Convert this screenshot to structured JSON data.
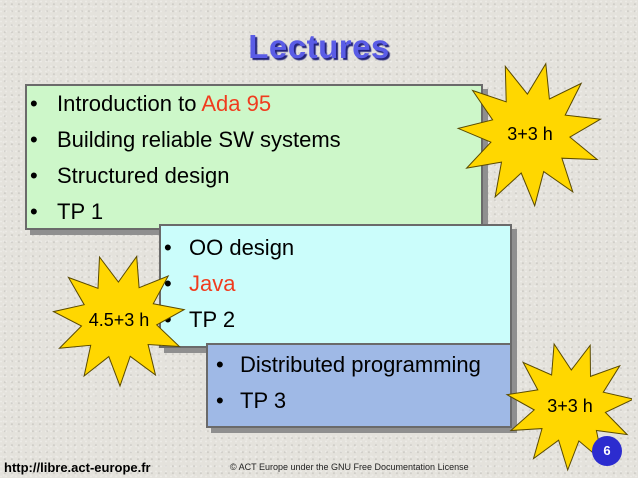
{
  "slide": {
    "title": "Lectures",
    "page_number": "6"
  },
  "box1": {
    "items": [
      {
        "prefix": "Introduction to ",
        "highlight": "Ada 95"
      },
      {
        "text": "Building reliable SW systems"
      },
      {
        "text": "Structured design"
      },
      {
        "text": "TP 1"
      }
    ]
  },
  "box2": {
    "items": [
      {
        "text": "OO design"
      },
      {
        "highlight": "Java"
      },
      {
        "text": "TP 2"
      }
    ]
  },
  "box3": {
    "items": [
      {
        "text": "Distributed programming"
      },
      {
        "text": "TP 3"
      }
    ]
  },
  "bursts": {
    "top_right": "3+3 h",
    "middle_left": "4.5+3 h",
    "bottom_right": "3+3 h",
    "fill_color": "#ffd700",
    "stroke_color": "#5a4a00"
  },
  "footer": {
    "url": "http://libre.act-europe.fr",
    "copyright": "© ACT Europe under the GNU Free Documentation License"
  },
  "colors": {
    "title": "#5a5ce6",
    "highlight": "#f03c1e",
    "box1_bg": "#cdf7c9",
    "box2_bg": "#cbfdfb",
    "box3_bg": "#9fb9e6",
    "page_badge": "#2c2ccf"
  }
}
